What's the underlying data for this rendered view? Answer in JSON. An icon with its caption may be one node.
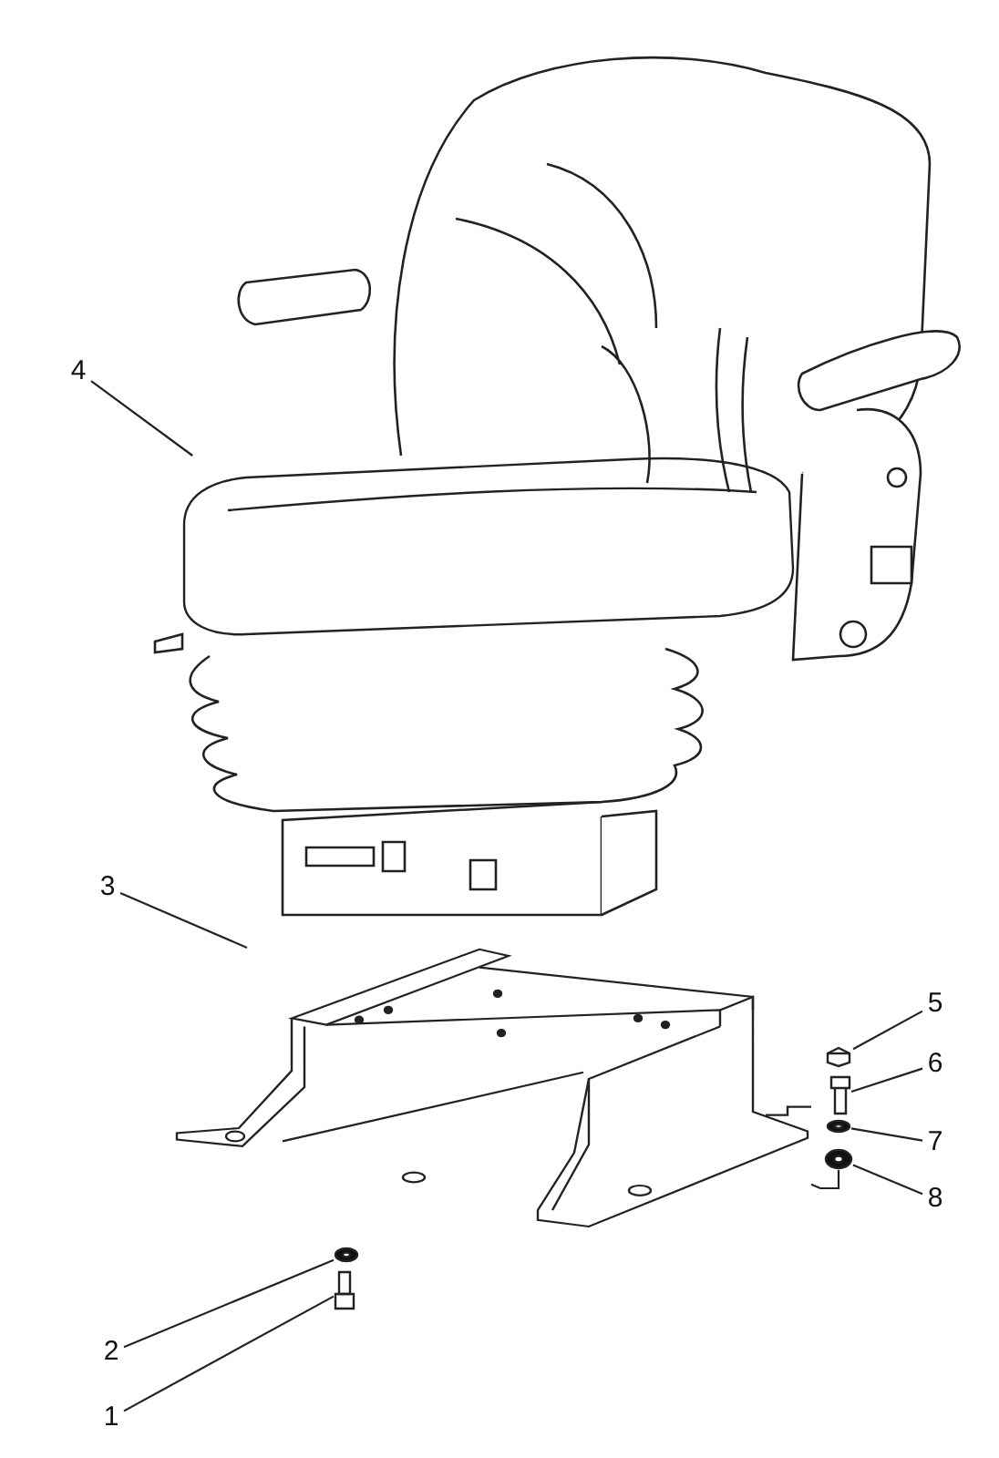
{
  "diagram": {
    "nodes": [
      {
        "text": [
          "4"
        ]
      },
      {
        "text": [
          "3"
        ]
      },
      {
        "text": [
          "5"
        ]
      },
      {
        "text": [
          "6"
        ]
      },
      {
        "text": [
          "7"
        ]
      },
      {
        "text": [
          "8"
        ]
      },
      {
        "text": [
          "2"
        ]
      },
      {
        "text": [
          "1"
        ]
      },
      {
        "text": [],
        "shape": "picture"
      },
      {
        "text": [],
        "shape": "picture"
      },
      {
        "text": [],
        "shape": "picture"
      },
      {
        "text": [],
        "shape": "picture"
      },
      {
        "text": [],
        "shape": "picture"
      },
      {
        "text": [],
        "shape": "picture"
      },
      {
        "text": [],
        "shape": "picture"
      },
      {
        "text": [],
        "shape": "picture"
      }
    ],
    "edges": [
      {
        "from": 0,
        "to": 8,
        "arrow": "none"
      },
      {
        "from": 1,
        "to": 9,
        "arrow": "none"
      },
      {
        "from": 2,
        "to": 10,
        "arrow": "none"
      },
      {
        "from": 3,
        "to": 11,
        "arrow": "none"
      },
      {
        "from": 4,
        "to": 12,
        "arrow": "none"
      },
      {
        "from": 5,
        "to": 13,
        "arrow": "none"
      },
      {
        "from": 6,
        "to": 14,
        "arrow": "none"
      },
      {
        "from": 7,
        "to": 15,
        "arrow": "none"
      },
      {
        "from": 13,
        "to": 9,
        "arrow": "none"
      }
    ]
  }
}
